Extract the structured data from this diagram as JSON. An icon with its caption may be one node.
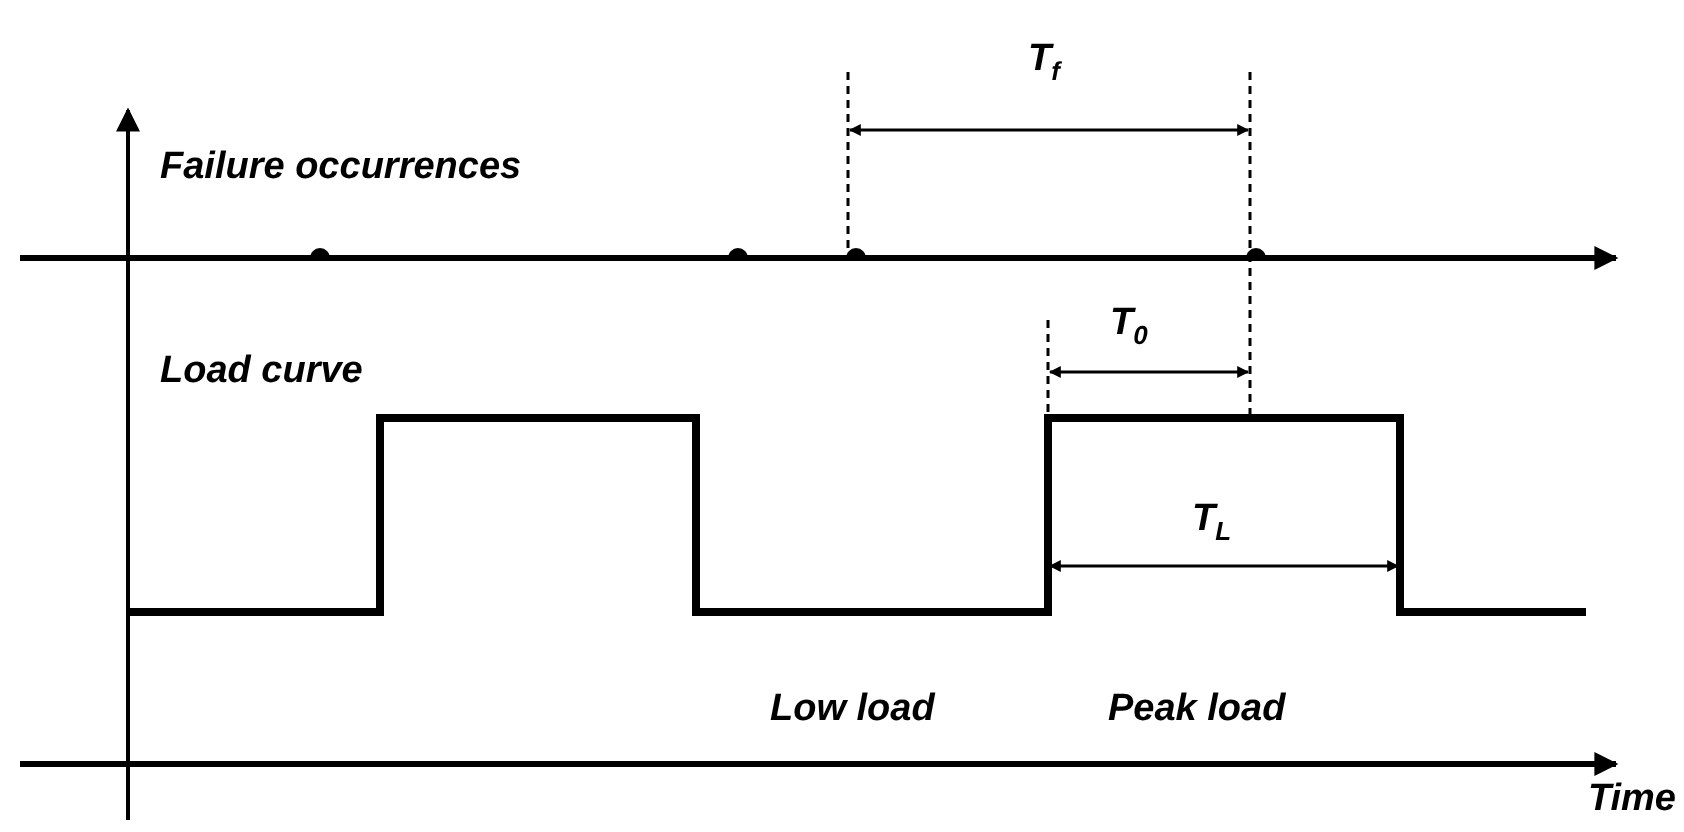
{
  "diagram": {
    "labels": [
      "Failure occurrences",
      "T$_{f}$",
      "Load curve",
      "T$_{0}$",
      "T$_{L}$",
      "Low load",
      "Peak load",
      "Time"
    ]
  }
}
